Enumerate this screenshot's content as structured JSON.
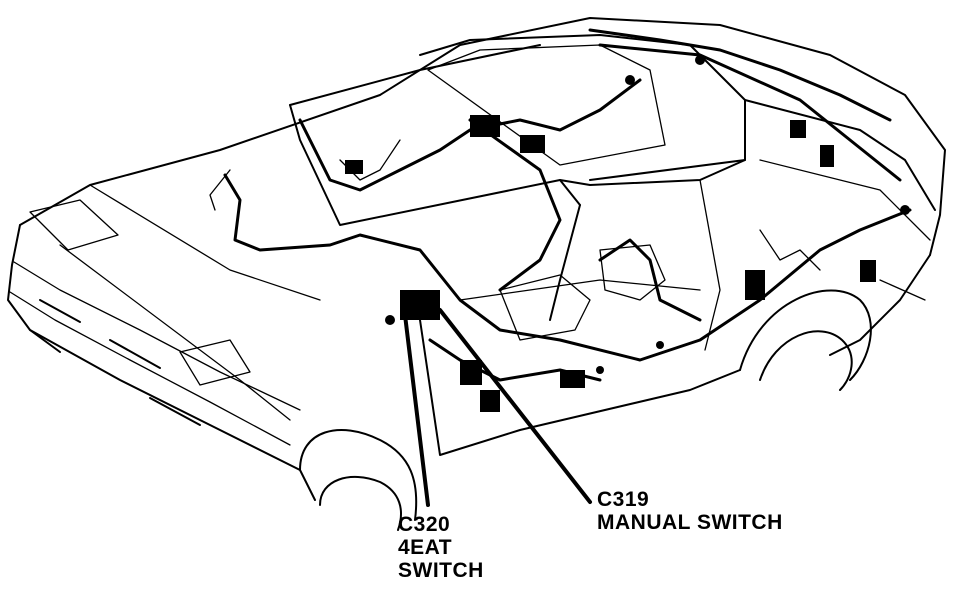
{
  "diagram": {
    "callouts": [
      {
        "code": "C320",
        "lines": [
          "4EAT",
          "SWITCH"
        ]
      },
      {
        "code": "C319",
        "lines": [
          "MANUAL SWITCH"
        ]
      }
    ]
  }
}
